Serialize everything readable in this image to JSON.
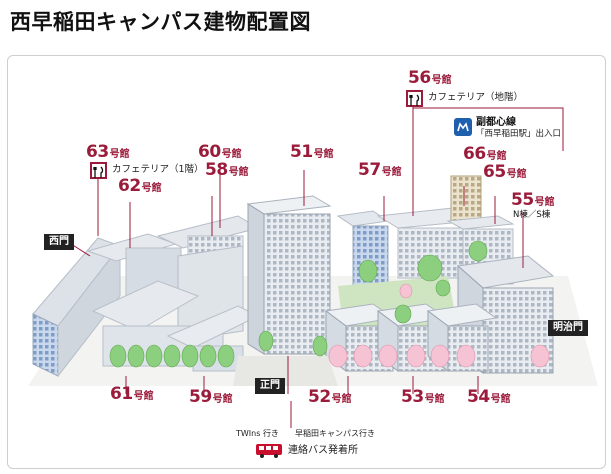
{
  "title": "西早稲田キャンパス建物配置図",
  "counter_suffix": "号館",
  "buildings": [
    {
      "id": "63",
      "num": "63"
    },
    {
      "id": "62",
      "num": "62"
    },
    {
      "id": "60",
      "num": "60"
    },
    {
      "id": "58",
      "num": "58"
    },
    {
      "id": "51",
      "num": "51"
    },
    {
      "id": "57",
      "num": "57"
    },
    {
      "id": "56",
      "num": "56"
    },
    {
      "id": "66",
      "num": "66"
    },
    {
      "id": "65",
      "num": "65"
    },
    {
      "id": "55",
      "num": "55",
      "sub": "N棟／S棟"
    },
    {
      "id": "61",
      "num": "61"
    },
    {
      "id": "59",
      "num": "59"
    },
    {
      "id": "52",
      "num": "52"
    },
    {
      "id": "53",
      "num": "53"
    },
    {
      "id": "54",
      "num": "54"
    }
  ],
  "cafes": {
    "cafe63": "カフェテリア（1階）",
    "cafe56": "カフェテリア（地階）"
  },
  "gates": {
    "west": "西門",
    "meiji": "明治門",
    "main": "正門"
  },
  "metro": {
    "line": "副都心線",
    "exit": "「西早稲田駅」出入口"
  },
  "bus": {
    "twins": "TWIns 行き",
    "waseda": "早稲田キャンパス行き",
    "stop": "連絡バス発着所"
  },
  "colors": {
    "accent": "#9b1b3a",
    "building": "#e3e7ec",
    "building_blue": "#b9cbe3",
    "tree": "#8ccf7e",
    "sakura": "#f5c3d3",
    "metro": "#1e5fae",
    "bus": "#c8102e"
  },
  "icons": {
    "cafe": "knife-fork-icon",
    "metro": "tokyo-metro-icon",
    "bus": "bus-icon"
  }
}
